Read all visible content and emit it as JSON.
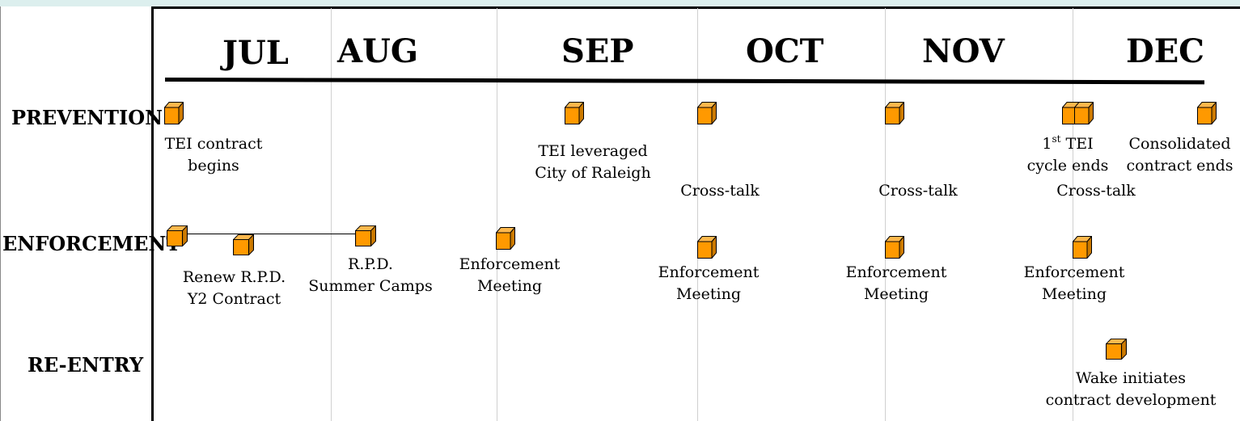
{
  "months": [
    "JUL",
    "AUG",
    "SEP",
    "OCT",
    "NOV",
    "DEC"
  ],
  "rows": {
    "prevention": "PREVENTION",
    "enforcement": "ENFORCEMENT",
    "reentry": "RE-ENTRY"
  },
  "events": {
    "tei_contract_begins": "TEI contract\nbegins",
    "tei_leveraged": "TEI leveraged\nCity of Raleigh",
    "cross_talk_oct": "Cross-talk",
    "cross_talk_nov": "Cross-talk",
    "first_tei_num": "1",
    "first_tei_sup": "st",
    "first_tei_rest": " TEI",
    "first_tei_line2": "cycle ends",
    "cross_talk_dec": "Cross-talk",
    "consolidated_contract_ends": "Consolidated\ncontract ends",
    "renew_rpd": "Renew R.P.D.\nY2 Contract",
    "rpd_summer_camps": "R.P.D.\nSummer Camps",
    "enforcement_meeting_sep": "Enforcement\nMeeting",
    "enforcement_meeting_oct": "Enforcement\nMeeting",
    "enforcement_meeting_nov": "Enforcement\nMeeting",
    "enforcement_meeting_dec": "Enforcement\nMeeting",
    "wake_initiates": "Wake initiates\ncontract development"
  },
  "colors": {
    "cube_front": "#ff9900",
    "cube_side": "#cc7a00",
    "cube_top": "#ffb84d",
    "outline": "#000000",
    "grid": "#d0d0d0",
    "top_strip": "#dcefee"
  }
}
